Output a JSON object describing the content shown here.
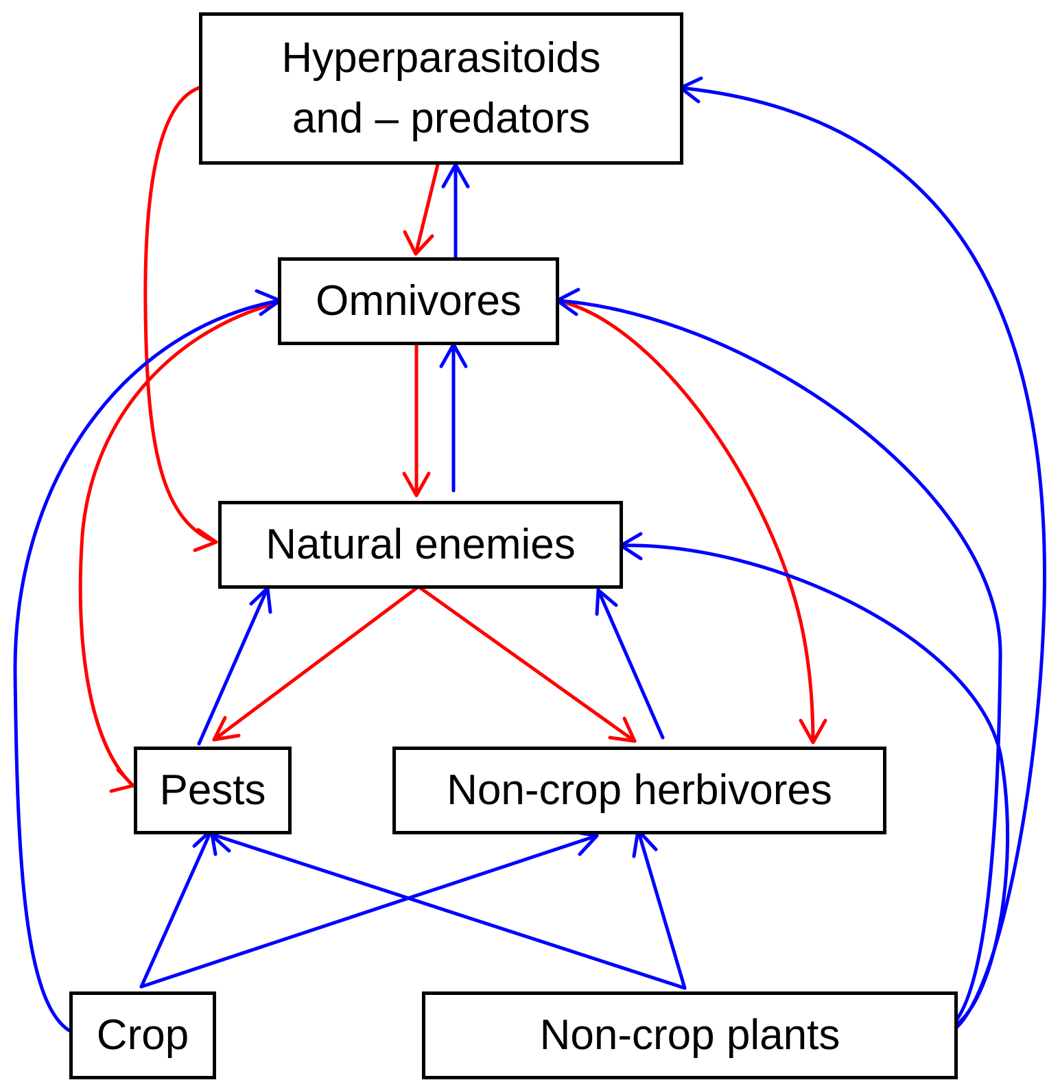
{
  "colors": {
    "negative_arrow": "#ff0000",
    "positive_arrow": "#0000ff",
    "box_border": "#000000"
  },
  "nodes": {
    "hyperparasitoids": {
      "line1": "Hyperparasitoids",
      "line2": "and – predators"
    },
    "omnivores": {
      "label": "Omnivores"
    },
    "natural_enemies": {
      "label": "Natural enemies"
    },
    "pests": {
      "label": "Pests"
    },
    "noncrop_herbivores": {
      "label": "Non-crop herbivores"
    },
    "crop": {
      "label": "Crop"
    },
    "noncrop_plants": {
      "label": "Non-crop plants"
    }
  },
  "edges": [
    {
      "from": "hyperparasitoids",
      "to": "omnivores",
      "color": "red"
    },
    {
      "from": "omnivores",
      "to": "hyperparasitoids",
      "color": "blue"
    },
    {
      "from": "hyperparasitoids",
      "to": "natural_enemies",
      "color": "red"
    },
    {
      "from": "omnivores",
      "to": "natural_enemies",
      "color": "red"
    },
    {
      "from": "natural_enemies",
      "to": "omnivores",
      "color": "blue"
    },
    {
      "from": "omnivores",
      "to": "pests",
      "color": "red"
    },
    {
      "from": "omnivores",
      "to": "noncrop_herbivores",
      "color": "red"
    },
    {
      "from": "crop",
      "to": "omnivores",
      "color": "blue"
    },
    {
      "from": "noncrop_plants",
      "to": "omnivores",
      "color": "blue"
    },
    {
      "from": "noncrop_plants",
      "to": "hyperparasitoids",
      "color": "blue"
    },
    {
      "from": "natural_enemies",
      "to": "pests",
      "color": "red"
    },
    {
      "from": "natural_enemies",
      "to": "noncrop_herbivores",
      "color": "red"
    },
    {
      "from": "pests",
      "to": "natural_enemies",
      "color": "blue"
    },
    {
      "from": "noncrop_herbivores",
      "to": "natural_enemies",
      "color": "blue"
    },
    {
      "from": "noncrop_plants",
      "to": "natural_enemies",
      "color": "blue"
    },
    {
      "from": "crop",
      "to": "pests",
      "color": "blue"
    },
    {
      "from": "crop",
      "to": "noncrop_herbivores",
      "color": "blue"
    },
    {
      "from": "noncrop_plants",
      "to": "pests",
      "color": "blue"
    },
    {
      "from": "noncrop_plants",
      "to": "noncrop_herbivores",
      "color": "blue"
    }
  ]
}
